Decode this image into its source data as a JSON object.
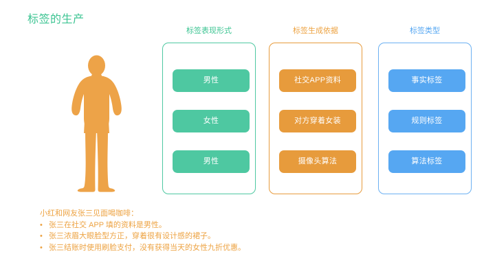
{
  "slide": {
    "title": "标签的生产",
    "title_color": "#3cc492",
    "background": "#ffffff"
  },
  "figure": {
    "icon": "person-silhouette-icon",
    "color": "#eda348",
    "description": "橙色人物剪影"
  },
  "columns": [
    {
      "id": "col-0",
      "header": "标签表现形式",
      "accent": "#4ec8a1",
      "header_color": "#3cc492",
      "border_color": "#4ec8a1",
      "items": [
        "男性",
        "女性",
        "男性"
      ]
    },
    {
      "id": "col-1",
      "header": "标签生成依据",
      "accent": "#e79b3c",
      "header_color": "#eda343",
      "border_color": "#e79b3c",
      "items": [
        "社交APP资料",
        "对方穿着女装",
        "摄像头算法"
      ]
    },
    {
      "id": "col-2",
      "header": "标签类型",
      "accent": "#56a7f2",
      "header_color": "#56a7f2",
      "border_color": "#6bb0f2",
      "items": [
        "事实标签",
        "规则标签",
        "算法标签"
      ]
    }
  ],
  "notes": {
    "color": "#eda343",
    "heading": "小红和网友张三见面喝咖啡：",
    "bullet_glyph": "•",
    "bullets": [
      "张三在社交 APP 填的资料是男性。",
      "张三浓眉大眼脸型方正，穿着很有设计感的裙子。",
      "张三结账时使用刷脸支付，没有获得当天的女性九折优惠。"
    ]
  }
}
